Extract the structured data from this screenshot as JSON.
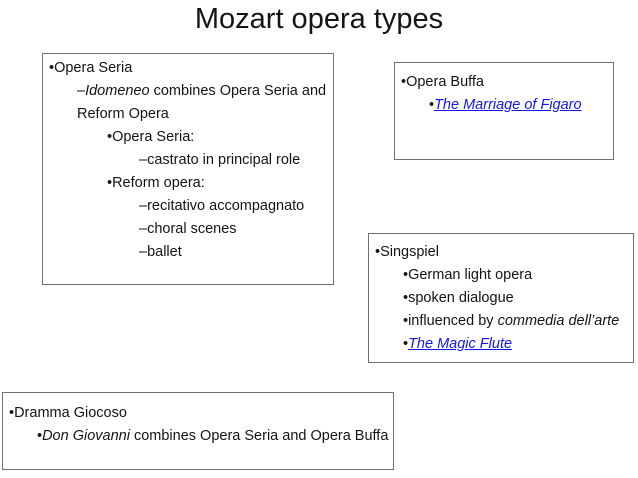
{
  "slide": {
    "title": "Mozart opera types"
  },
  "colors": {
    "text": "#141414",
    "link": "#1414ee",
    "border": "#707070",
    "background": "#ffffff"
  },
  "boxes": {
    "opera_seria": {
      "lines": [
        {
          "level": 1,
          "bullet": "•",
          "parts": [
            {
              "text": "Opera Seria"
            }
          ]
        },
        {
          "level": 2,
          "bullet": "–",
          "parts": [
            {
              "text": "Idomeneo",
              "style": "italic"
            },
            {
              "text": " combines Opera Seria and"
            }
          ]
        },
        {
          "level": 2,
          "bullet": "",
          "parts": [
            {
              "text": "Reform Opera"
            }
          ]
        },
        {
          "level": 3,
          "bullet": "•",
          "parts": [
            {
              "text": "Opera Seria:"
            }
          ]
        },
        {
          "level": 4,
          "bullet": "–",
          "parts": [
            {
              "text": "castrato in principal role"
            }
          ]
        },
        {
          "level": 3,
          "bullet": "•",
          "parts": [
            {
              "text": "Reform opera:"
            }
          ]
        },
        {
          "level": 4,
          "bullet": "–",
          "parts": [
            {
              "text": "recitativo accompagnato"
            }
          ]
        },
        {
          "level": 4,
          "bullet": "–",
          "parts": [
            {
              "text": "choral scenes"
            }
          ]
        },
        {
          "level": 4,
          "bullet": "–",
          "parts": [
            {
              "text": "ballet"
            }
          ]
        }
      ]
    },
    "opera_buffa": {
      "lines": [
        {
          "level": 1,
          "bullet": "•",
          "parts": [
            {
              "text": "Opera Buffa"
            }
          ]
        },
        {
          "level": 2,
          "bullet": "•",
          "parts": [
            {
              "text": "The Marriage of Figaro",
              "style": "link"
            }
          ]
        }
      ]
    },
    "singspiel": {
      "lines": [
        {
          "level": 1,
          "bullet": "•",
          "parts": [
            {
              "text": "Singspiel"
            }
          ]
        },
        {
          "level": 2,
          "bullet": "•",
          "parts": [
            {
              "text": "German light opera"
            }
          ]
        },
        {
          "level": 2,
          "bullet": "•",
          "parts": [
            {
              "text": "spoken dialogue"
            }
          ]
        },
        {
          "level": 2,
          "bullet": "•",
          "parts": [
            {
              "text": "influenced by "
            },
            {
              "text": "commedia dell’arte",
              "style": "italic"
            }
          ]
        },
        {
          "level": 2,
          "bullet": "•",
          "parts": [
            {
              "text": "The Magic Flute",
              "style": "link"
            }
          ]
        }
      ]
    },
    "dramma_giocoso": {
      "lines": [
        {
          "level": 1,
          "bullet": "•",
          "parts": [
            {
              "text": "Dramma Giocoso"
            }
          ]
        },
        {
          "level": 2,
          "bullet": "•",
          "parts": [
            {
              "text": "Don Giovanni",
              "style": "italic"
            },
            {
              "text": " combines Opera Seria and Opera Buffa"
            }
          ]
        }
      ]
    }
  }
}
